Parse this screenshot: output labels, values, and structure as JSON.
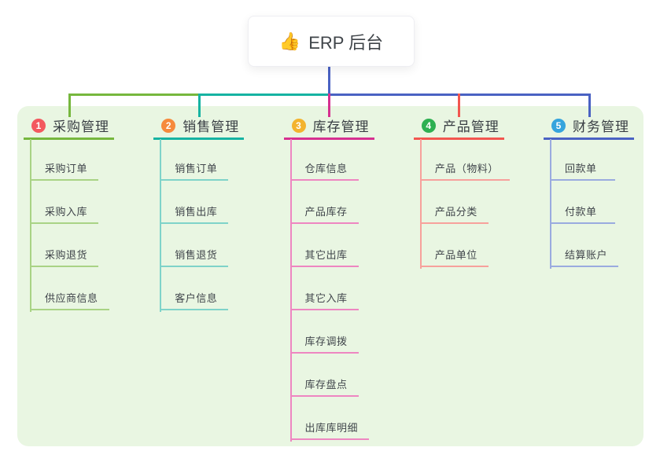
{
  "root": {
    "icon": "thumbs-up",
    "icon_glyph": "👍",
    "label": "ERP 后台"
  },
  "branches": [
    {
      "num": "1",
      "label": "采购管理",
      "badge_color": "#f3595f",
      "line_color": "#76b73d",
      "child_line_color": "#a9d385",
      "children": [
        "采购订单",
        "采购入库",
        "采购退货",
        "供应商信息"
      ]
    },
    {
      "num": "2",
      "label": "销售管理",
      "badge_color": "#f68a3c",
      "line_color": "#16b3a2",
      "child_line_color": "#7fd3c9",
      "children": [
        "销售订单",
        "销售出库",
        "销售退货",
        "客户信息"
      ]
    },
    {
      "num": "3",
      "label": "库存管理",
      "badge_color": "#f3b32e",
      "line_color": "#d63090",
      "child_line_color": "#ee86c1",
      "children": [
        "仓库信息",
        "产品库存",
        "其它出库",
        "其它入库",
        "库存调拨",
        "库存盘点",
        "出库库明细"
      ]
    },
    {
      "num": "4",
      "label": "产品管理",
      "badge_color": "#2eb052",
      "line_color": "#f2564f",
      "child_line_color": "#f7a19c",
      "children": [
        "产品（物料）",
        "产品分类",
        "产品单位"
      ]
    },
    {
      "num": "5",
      "label": "财务管理",
      "badge_color": "#35a4dd",
      "line_color": "#4a62c3",
      "child_line_color": "#9aabdf",
      "children": [
        "回款单",
        "付款单",
        "结算账户"
      ]
    }
  ],
  "colors": {
    "canvas_bg": "#ffffff",
    "panel_bg": "#e9f6e2",
    "stem": "#4a62c3",
    "text": "#3a3f45"
  }
}
